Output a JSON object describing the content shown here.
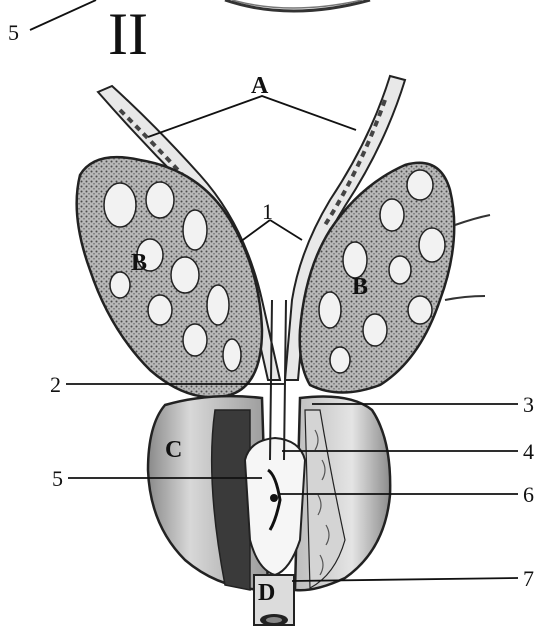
{
  "figure": {
    "panel_numeral": "II",
    "corner_label": "5",
    "letters": {
      "A": "A",
      "B_left": "B",
      "B_right": "B",
      "C": "C",
      "D": "D"
    },
    "numbers": {
      "n1": "1",
      "n2": "2",
      "n3": "3",
      "n4": "4",
      "n5": "5",
      "n6": "6",
      "n7": "7"
    },
    "ink_color": "#111111"
  }
}
